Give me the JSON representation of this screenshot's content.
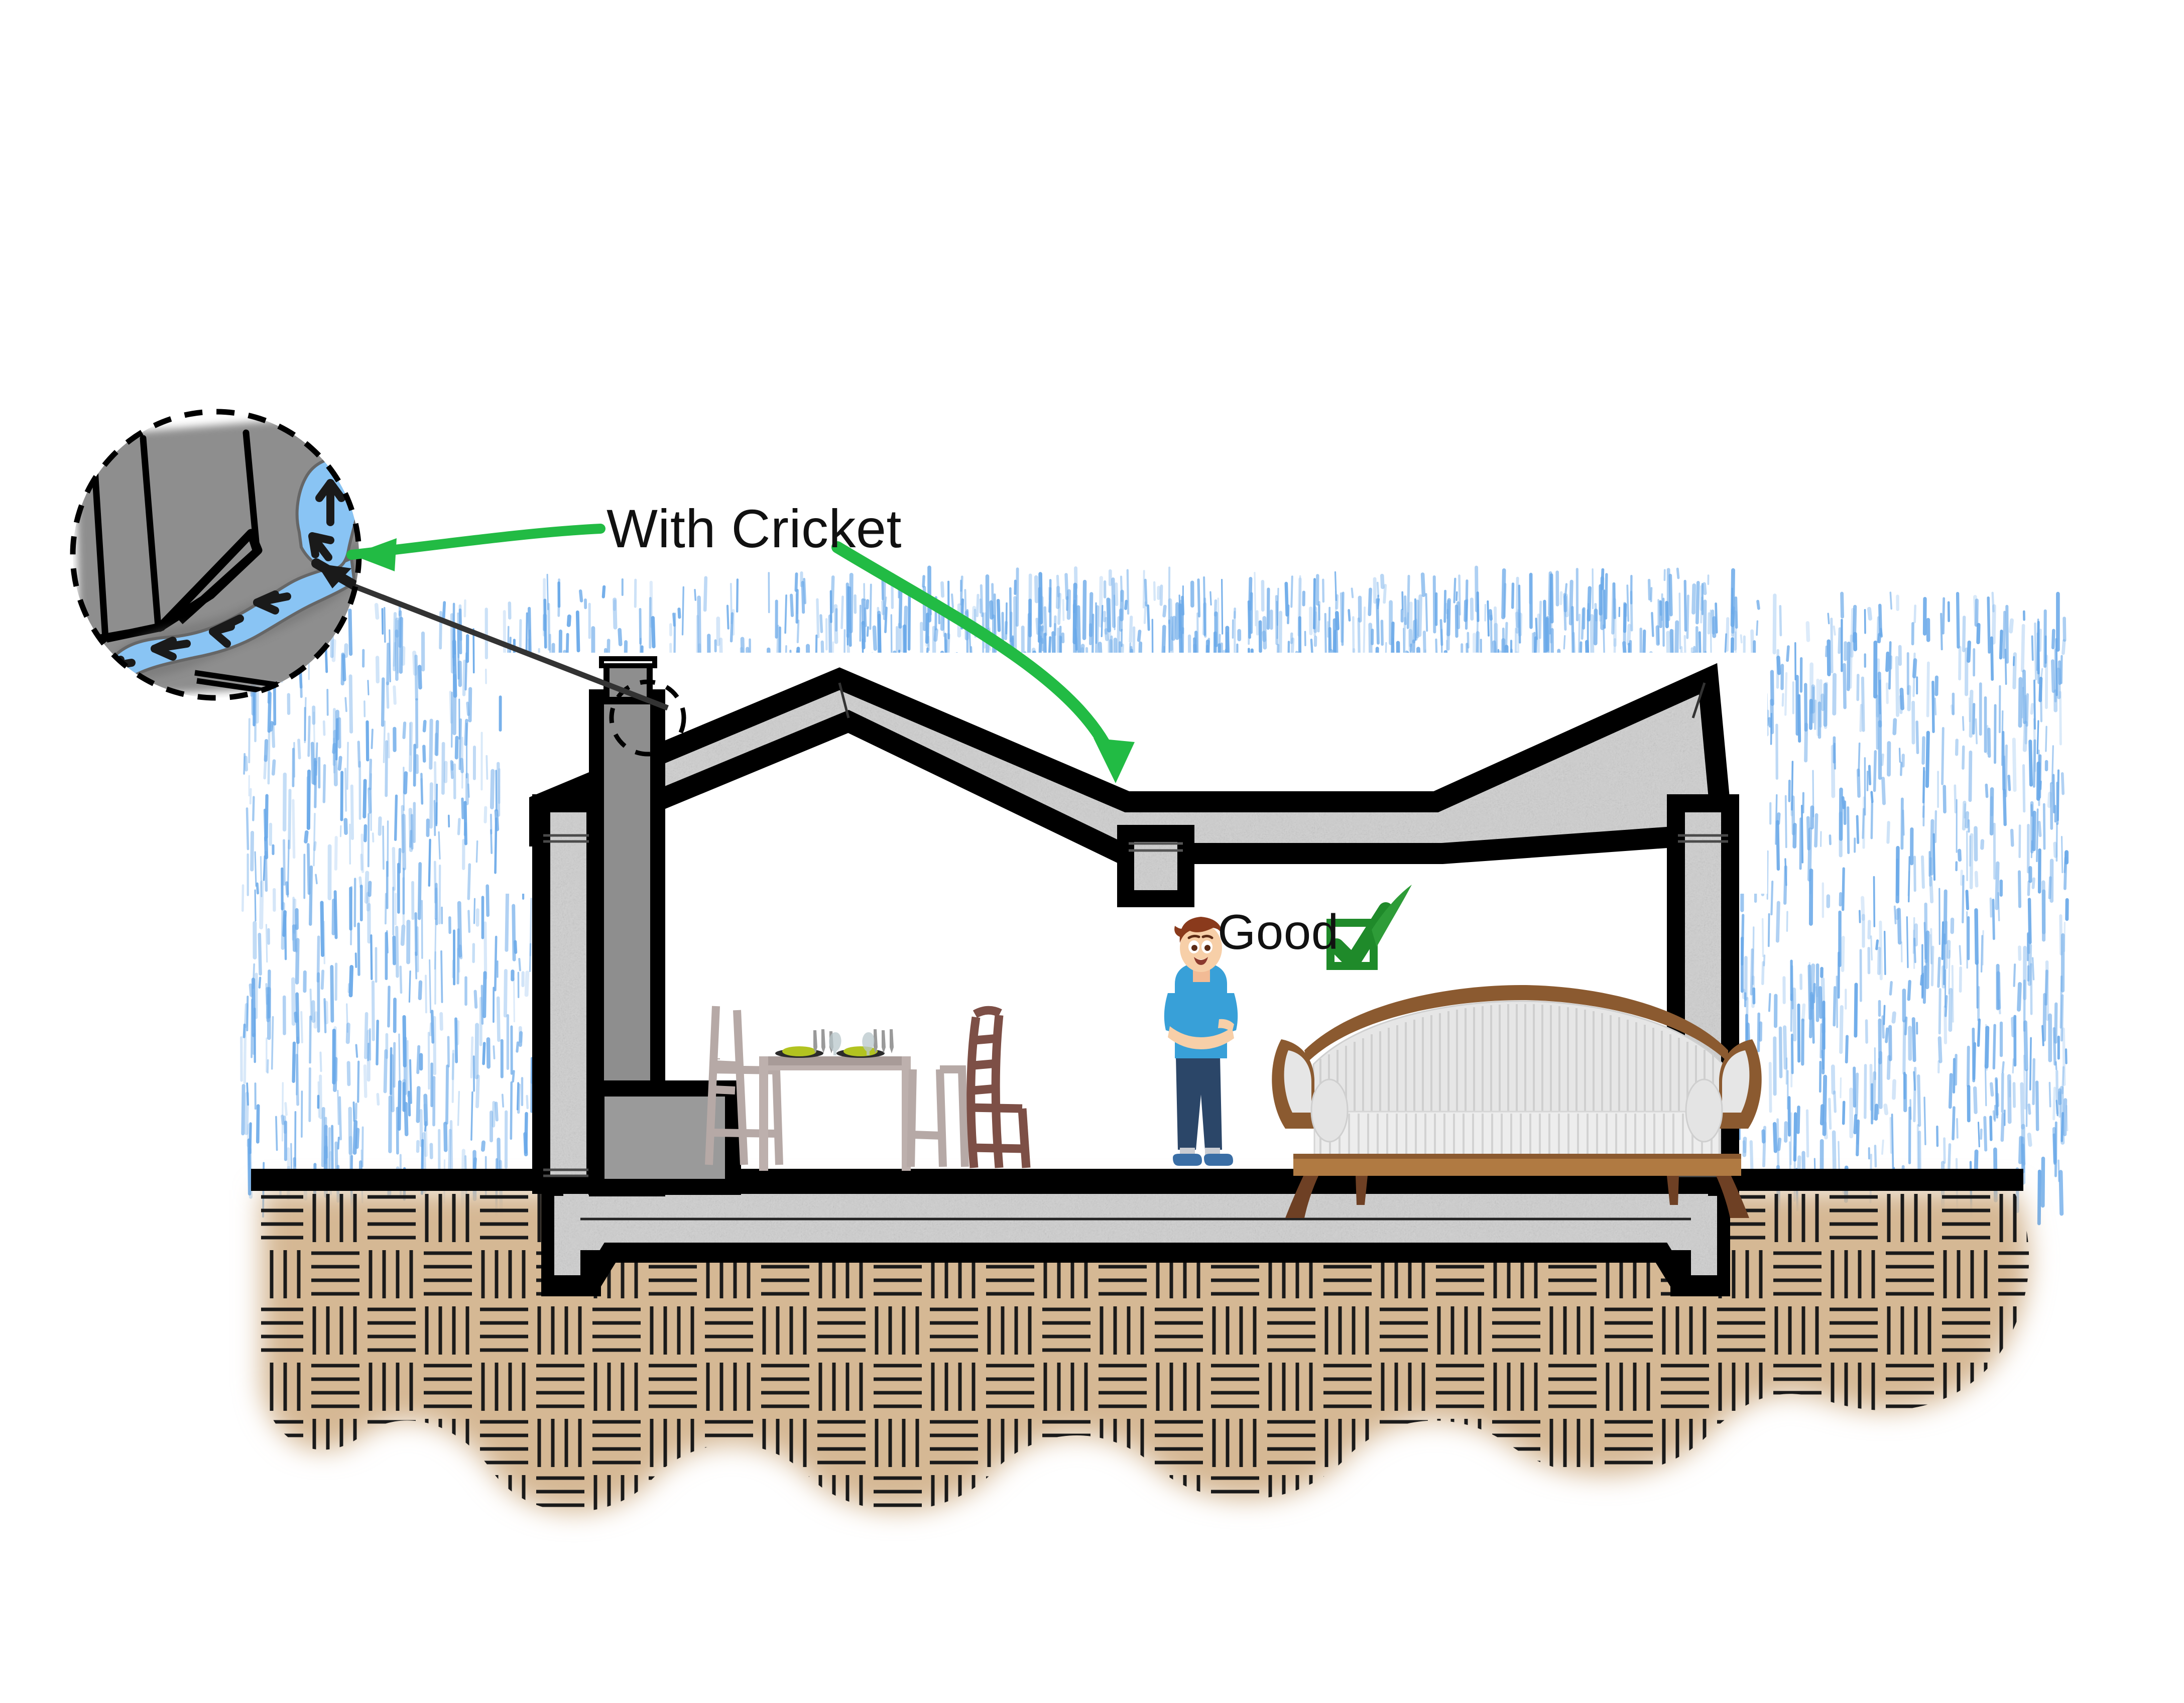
{
  "diagram": {
    "title_visible": false,
    "type": "building-section-roof-cricket",
    "weather": "rain"
  },
  "annotations": {
    "cricket_label": "With Cricket",
    "good_label": "Good",
    "good_icon": "green-check-box-icon",
    "cricket_arrow_icon": "green-curved-arrow-icon",
    "callout_icon": "dashed-circle-detail-icon",
    "leader_icon": "leader-line-icon"
  },
  "detail_callout": {
    "name": "chimney-cricket-detail",
    "roof_fill": "#8e8e8e",
    "water_fill": "#89c4f4",
    "flow_arrows": 6,
    "arrow_color": "#1a1a1a",
    "border_style": "dashed"
  },
  "building": {
    "roof_shape": "double-gable-with-valley",
    "roof_fill": "#c9c9c9",
    "outline_color": "#000000",
    "wall_fill": "#c9c9c9",
    "slab_fill": "#c9c9c9",
    "chimney_fill": "#8e8e8e",
    "fireplace_fill": "#9a9a9a",
    "drain_label": "valley-drain"
  },
  "ground": {
    "soil_fill": "#d5b894",
    "grade_line_color": "#000000",
    "hatch_color": "#1a1a1a"
  },
  "rain": {
    "drop_color": "#6aa9e9",
    "density": "heavy"
  },
  "interior": {
    "items": [
      {
        "name": "dining-table",
        "label": "dining table"
      },
      {
        "name": "bar-stool-left",
        "label": "bar stool"
      },
      {
        "name": "bar-stool-right",
        "label": "bar stool"
      },
      {
        "name": "chair-right",
        "label": "chair"
      },
      {
        "name": "tableware",
        "label": "plates and glasses"
      },
      {
        "name": "person-figure",
        "label": "standing person"
      },
      {
        "name": "sofa",
        "label": "antique sofa"
      },
      {
        "name": "fireplace",
        "label": "fireplace"
      }
    ]
  },
  "person": {
    "hair_color": "#8a3a1c",
    "shirt_color": "#38a0d8",
    "pants_color": "#2b4668",
    "shoe_color": "#3a6ea5",
    "skin_color": "#f7cfa8"
  },
  "colors": {
    "green_accent": "#22bb44",
    "check_green": "#1f8a2a",
    "black": "#000000",
    "rain_blue": "#6aa9e9",
    "soil": "#d5b894",
    "concrete": "#c9c9c9"
  }
}
